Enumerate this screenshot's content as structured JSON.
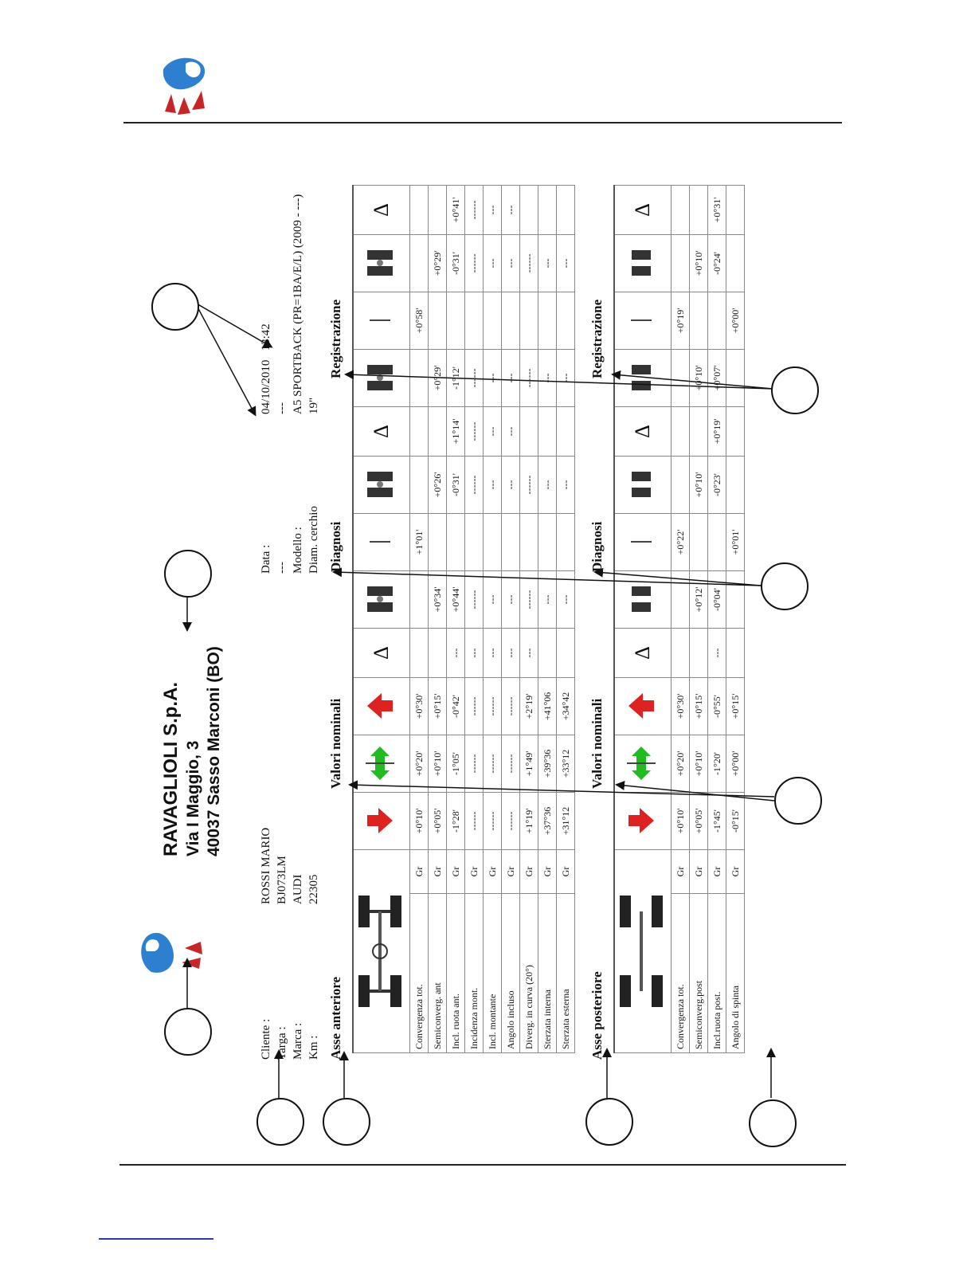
{
  "company": {
    "name": "RAVAGLIOLI S.p.A.",
    "street": "Via I Maggio, 3",
    "city": "40037 Sasso Marconi (BO)"
  },
  "customer": {
    "labels": [
      "Cliente :",
      "Targa :",
      "Marca :",
      "Km :"
    ],
    "values": [
      "ROSSI MARIO",
      "BJ073LM",
      "AUDI",
      "22305"
    ]
  },
  "vehicle": {
    "labels": [
      "Data :",
      "---",
      "Modello :",
      "Diam. cerchio"
    ],
    "date": "04/10/2010",
    "time": "13:42",
    "blank": "---",
    "model": "A5 SPORTBACK (PR=1BA/E/L) (2009 - ---)",
    "rim": "19\""
  },
  "headers": {
    "front": "Asse anteriore",
    "rear": "Asse posteriore",
    "nominal": "Valori nominali",
    "diagnosis": "Diagnosi",
    "adjustment": "Registrazione",
    "delta": "Δ"
  },
  "front_rows": [
    {
      "label": "Convergenza tot.",
      "unit": "Gr",
      "nom": [
        "+0°10'",
        "+0°20'",
        "+0°30'",
        ""
      ],
      "diag": [
        "",
        "+1°01'",
        "",
        ""
      ],
      "reg": [
        "",
        "+0°58'",
        "",
        ""
      ]
    },
    {
      "label": "Semiconverg. ant",
      "unit": "Gr",
      "nom": [
        "+0°05'",
        "+0°10'",
        "+0°15'",
        ""
      ],
      "diag": [
        "+0°34'",
        "",
        "+0°26'",
        ""
      ],
      "reg": [
        "+0°29'",
        "",
        "+0°29'",
        ""
      ]
    },
    {
      "label": "Incl. ruota ant.",
      "unit": "Gr",
      "nom": [
        "-1°28'",
        "-1°05'",
        "-0°42'",
        "---"
      ],
      "diag": [
        "+0°44'",
        "",
        "-0°31'",
        "+1°14'"
      ],
      "reg": [
        "-1°12'",
        "",
        "-0°31'",
        "+0°41'"
      ]
    },
    {
      "label": "Incidenza mont.",
      "unit": "Gr",
      "nom": [
        "------",
        "------",
        "------",
        "---"
      ],
      "diag": [
        "------",
        "",
        "------",
        "------"
      ],
      "reg": [
        "------",
        "",
        "------",
        "------"
      ]
    },
    {
      "label": "Incl. montante",
      "unit": "Gr",
      "nom": [
        "------",
        "------",
        "------",
        "---"
      ],
      "diag": [
        "---",
        "",
        "---",
        "---"
      ],
      "reg": [
        "---",
        "",
        "---",
        "---"
      ]
    },
    {
      "label": "Angolo incluso",
      "unit": "Gr",
      "nom": [
        "------",
        "------",
        "------",
        "---"
      ],
      "diag": [
        "---",
        "",
        "---",
        "---"
      ],
      "reg": [
        "---",
        "",
        "---",
        "---"
      ]
    },
    {
      "label": "Diverg. in curva (20°)",
      "unit": "Gr",
      "nom": [
        "+1°19'",
        "+1°49'",
        "+2°19'",
        "---"
      ],
      "diag": [
        "------",
        "",
        "------",
        ""
      ],
      "reg": [
        "------",
        "",
        "------",
        ""
      ]
    },
    {
      "label": "Sterzata interna",
      "unit": "Gr",
      "nom": [
        "+37°36",
        "+39°36",
        "+41°06",
        ""
      ],
      "diag": [
        "---",
        "",
        "---",
        ""
      ],
      "reg": [
        "---",
        "",
        "---",
        ""
      ]
    },
    {
      "label": "Sterzata esterna",
      "unit": "Gr",
      "nom": [
        "+31°12",
        "+33°12",
        "+34°42",
        ""
      ],
      "diag": [
        "---",
        "",
        "---",
        ""
      ],
      "reg": [
        "---",
        "",
        "---",
        ""
      ]
    }
  ],
  "rear_rows": [
    {
      "label": "Convergenza tot.",
      "unit": "Gr",
      "nom": [
        "+0°10'",
        "+0°20'",
        "+0°30'",
        ""
      ],
      "diag": [
        "",
        "+0°22'",
        "",
        ""
      ],
      "reg": [
        "",
        "+0°19'",
        "",
        ""
      ]
    },
    {
      "label": "Semiconverg.post",
      "unit": "Gr",
      "nom": [
        "+0°05'",
        "+0°10'",
        "+0°15'",
        ""
      ],
      "diag": [
        "+0°12'",
        "",
        "+0°10'",
        ""
      ],
      "reg": [
        "+0°10'",
        "",
        "+0°10'",
        ""
      ]
    },
    {
      "label": "Incl.ruota post.",
      "unit": "Gr",
      "nom": [
        "-1°45'",
        "-1°20'",
        "-0°55'",
        "---"
      ],
      "diag": [
        "-0°04'",
        "",
        "-0°23'",
        "+0°19'"
      ],
      "reg": [
        "+0°07'",
        "",
        "-0°24'",
        "+0°31'"
      ]
    },
    {
      "label": "Angolo di spinta",
      "unit": "Gr",
      "nom": [
        "-0°15'",
        "+0°00'",
        "+0°15'",
        ""
      ],
      "diag": [
        "",
        "+0°01'",
        "",
        ""
      ],
      "reg": [
        "",
        "+0°00'",
        "",
        ""
      ]
    }
  ]
}
